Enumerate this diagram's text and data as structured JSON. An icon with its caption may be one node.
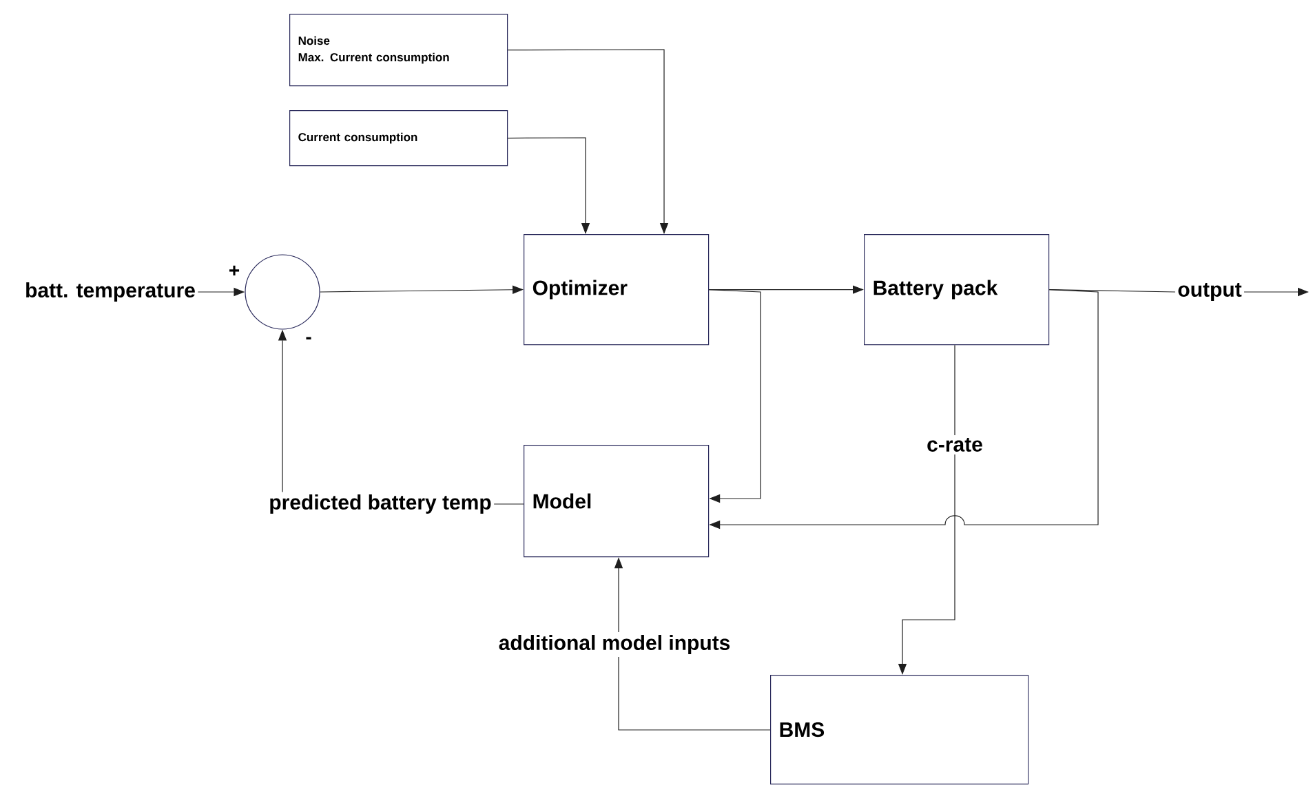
{
  "diagram": {
    "nodes": [
      {
        "text": [
          "Noise",
          "Max. Current consumption"
        ]
      },
      {
        "text": [
          "Current consumption"
        ]
      },
      {
        "text": [
          "batt. temperature"
        ]
      },
      {
        "text": [],
        "shape": "circle"
      },
      {
        "text": [
          "Optimizer"
        ]
      },
      {
        "text": [
          "Battery pack"
        ]
      },
      {
        "text": [
          "output"
        ]
      },
      {
        "text": [
          "predicted battery temp"
        ]
      },
      {
        "text": [
          "Model"
        ]
      },
      {
        "text": [
          "BMS"
        ]
      }
    ],
    "edges": [
      {
        "from": 0,
        "to": 4,
        "arrow": "to"
      },
      {
        "from": 1,
        "to": 4,
        "arrow": "to"
      },
      {
        "from": 2,
        "to": 3,
        "arrow": "to"
      },
      {
        "from": 3,
        "to": 4,
        "arrow": "to"
      },
      {
        "from": 4,
        "to": 5,
        "arrow": "to"
      },
      {
        "from": 4,
        "to": 8,
        "arrow": "to"
      },
      {
        "from": 5,
        "to": 6,
        "arrow": "none"
      },
      {
        "from": 6,
        "to": null,
        "arrow": "to"
      },
      {
        "from": 5,
        "to": 8,
        "arrow": "to"
      },
      {
        "from": 8,
        "to": 7,
        "arrow": "none"
      },
      {
        "from": 7,
        "to": 3,
        "arrow": "to"
      },
      {
        "from": 5,
        "to": 9,
        "arrow": "to",
        "label": "c-rate"
      },
      {
        "from": 9,
        "to": 8,
        "arrow": "to",
        "label": "additional model inputs"
      }
    ],
    "labels": [
      "+",
      "-"
    ]
  }
}
